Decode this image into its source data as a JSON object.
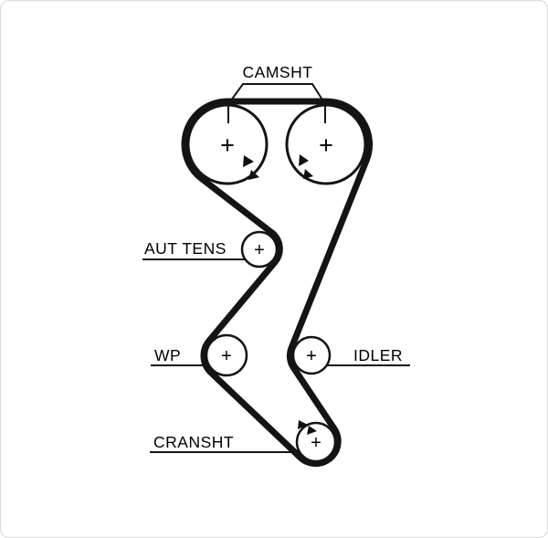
{
  "diagram": {
    "type": "timing-belt-routing",
    "labels": {
      "camshaft": "CAMSHT",
      "auto_tensioner": "AUT TENS",
      "water_pump": "WP",
      "idler": "IDLER",
      "crankshaft": "CRANSHT"
    },
    "center_mark": "+",
    "colors": {
      "line": "#141414",
      "background": "#ffffff",
      "frame_border": "#d9d9d9"
    }
  }
}
